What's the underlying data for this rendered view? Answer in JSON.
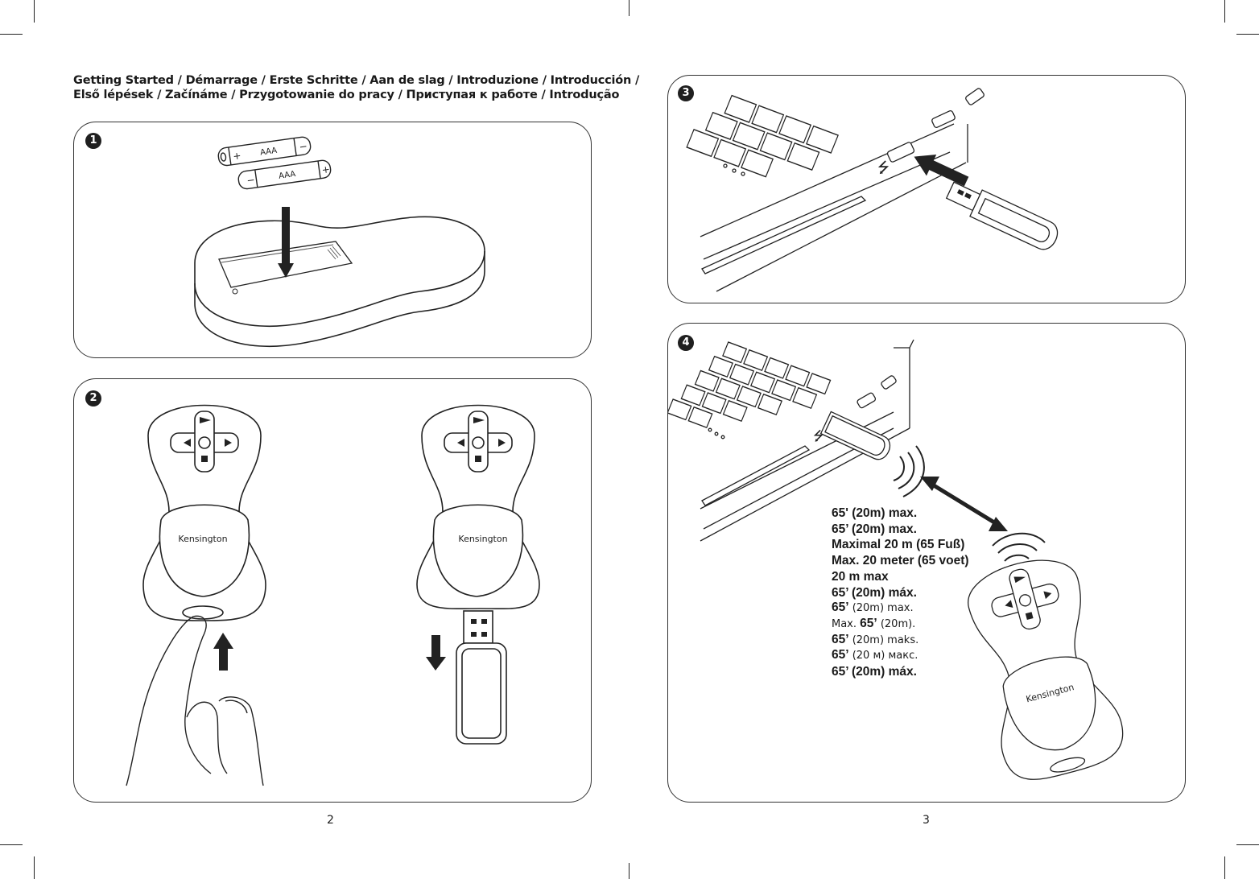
{
  "heading": {
    "line1": "Getting Started / Démarrage / Erste Schritte / Aan de slag / Introduzione / Introducción /",
    "line2": "Első lépések / Začínáme / Przygotowanie do pracy / Приступая к работе / Introdução"
  },
  "steps": [
    {
      "number": "1"
    },
    {
      "number": "2"
    },
    {
      "number": "3"
    },
    {
      "number": "4"
    }
  ],
  "battery_label": "AAA",
  "brand": "Kensington",
  "range_lines": [
    {
      "text": "65' (20m) max."
    },
    {
      "text": "65’ (20m) max."
    },
    {
      "text": "Maximal 20 m (65 Fuß)"
    },
    {
      "text": "Max. 20 meter (65 voet)"
    },
    {
      "text": "20 m max"
    },
    {
      "text": "65’ (20m) máx."
    },
    {
      "pre": "",
      "bold": "65’",
      "post": " (20m) max."
    },
    {
      "pre": "Max. ",
      "bold": "65’",
      "post": " (20m)."
    },
    {
      "pre": "",
      "bold": "65’",
      "post": " (20m) maks."
    },
    {
      "pre": "",
      "bold": "65’",
      "post": " (20 м) макс."
    },
    {
      "text": "65’ (20m) máx."
    }
  ],
  "page_numbers": {
    "left": "2",
    "right": "3"
  },
  "icons": [
    "usb-icon",
    "play-icon",
    "stop-icon",
    "arrow-up-icon",
    "arrow-down-icon",
    "arrow-left-icon",
    "double-arrow-icon",
    "wireless-waves-icon"
  ]
}
